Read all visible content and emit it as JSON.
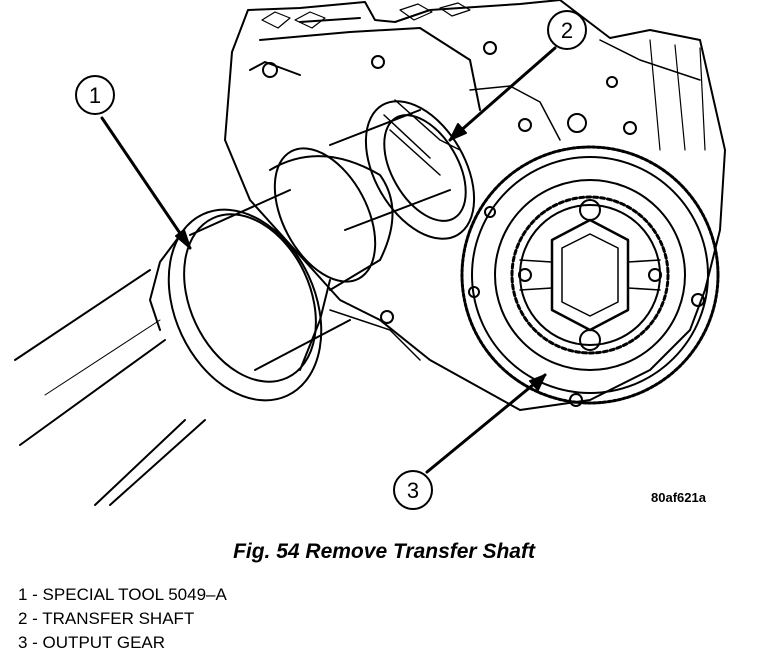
{
  "figure": {
    "code": "80af621a",
    "caption": "Fig. 54 Remove Transfer Shaft"
  },
  "callouts": [
    {
      "number": "1",
      "label": "SPECIAL TOOL 5049–A",
      "part": "special-tool"
    },
    {
      "number": "2",
      "label": "TRANSFER SHAFT",
      "part": "transfer-shaft"
    },
    {
      "number": "3",
      "label": "OUTPUT GEAR",
      "part": "output-gear"
    }
  ],
  "legend": [
    "1 - SPECIAL TOOL 5049–A",
    "2 - TRANSFER SHAFT",
    "3 - OUTPUT GEAR"
  ],
  "colors": {
    "ink": "#000000",
    "paper": "#ffffff"
  }
}
